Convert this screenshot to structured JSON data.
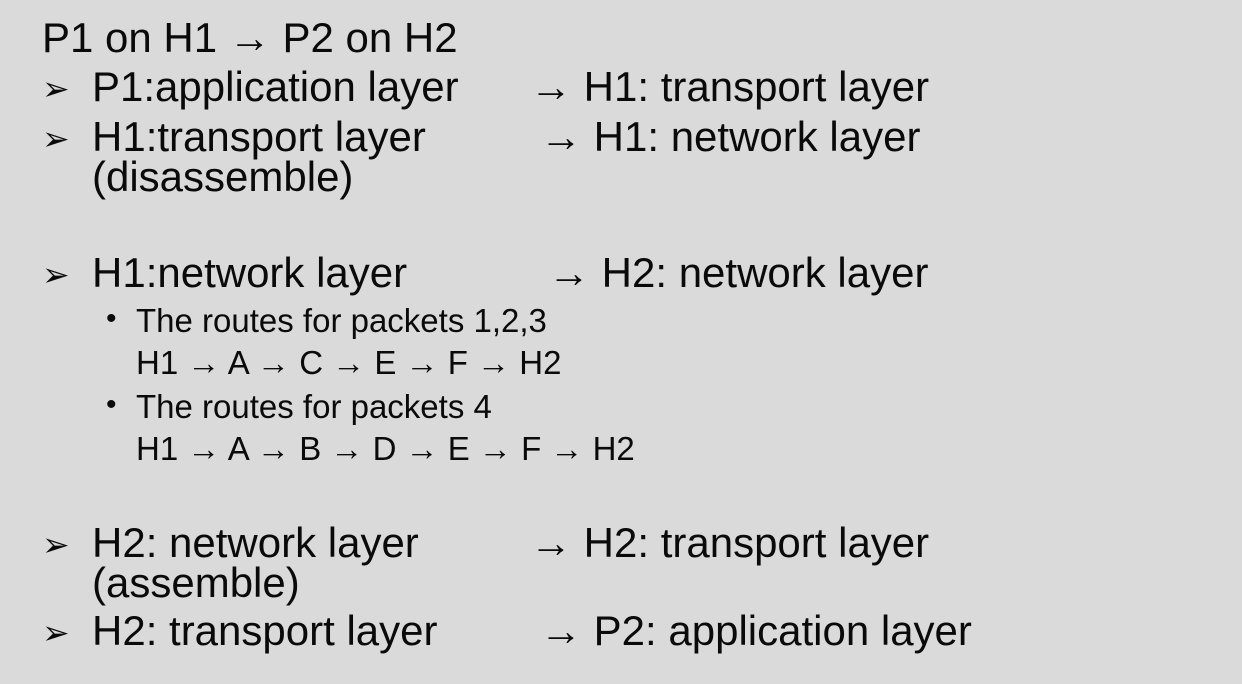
{
  "slide": {
    "title": "P1 on H1 → P2 on H2",
    "bullet_glyph": "➢",
    "sub_bullet_glyph": "•",
    "items": [
      {
        "left": "P1:application layer",
        "right": "→ H1: transport layer",
        "note": ""
      },
      {
        "left": "H1:transport layer",
        "right": "→ H1: network layer",
        "note": "(disassemble)"
      },
      {
        "left": "H1:network layer",
        "right": "→ H2: network layer",
        "note": ""
      },
      {
        "left": "H2: network layer",
        "right": "→ H2: transport layer",
        "note": "(assemble)"
      },
      {
        "left": "H2: transport layer",
        "right": "→ P2: application layer",
        "note": ""
      }
    ],
    "routes": [
      {
        "label": "The routes for packets 1,2,3",
        "path": "H1 → A → C → E → F → H2"
      },
      {
        "label": "The routes for packets 4",
        "path": "H1 → A → B → D → E → F → H2"
      }
    ]
  }
}
